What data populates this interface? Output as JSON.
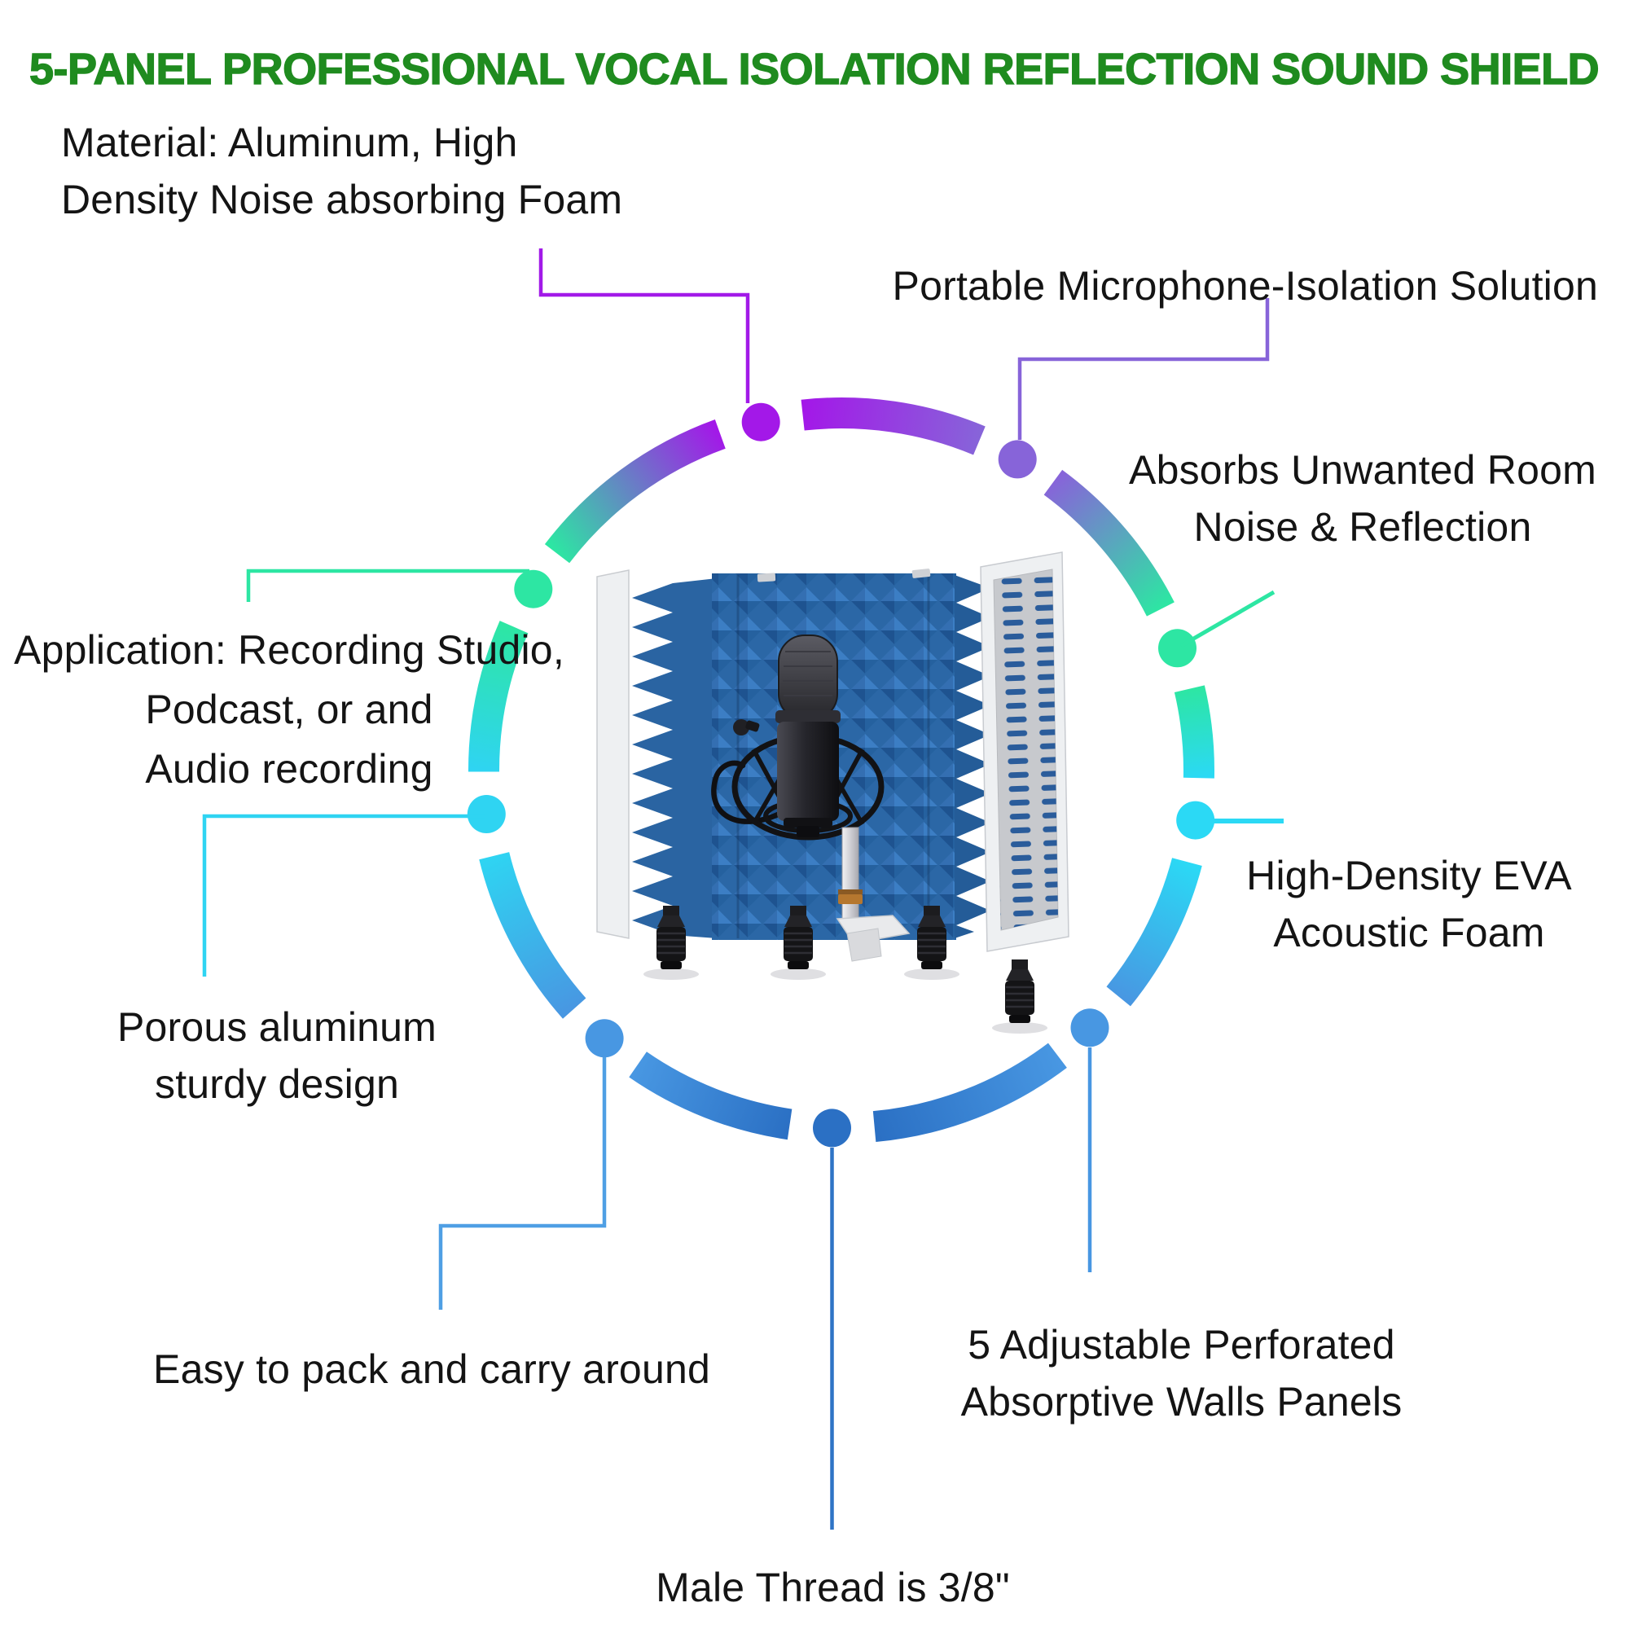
{
  "title": "5-PANEL PROFESSIONAL VOCAL ISOLATION REFLECTION SOUND SHIELD",
  "callouts": {
    "material": {
      "line1": "Material: Aluminum, High",
      "line2": "Density Noise absorbing Foam"
    },
    "portable": {
      "line1": "Portable Microphone-Isolation Solution"
    },
    "absorbs": {
      "line1": "Absorbs Unwanted Room",
      "line2": "Noise & Reflection"
    },
    "high_density": {
      "line1": "High-Density EVA",
      "line2": "Acoustic Foam"
    },
    "adjustable": {
      "line1": "5 Adjustable Perforated",
      "line2": "Absorptive Walls Panels"
    },
    "male_thread": {
      "line1": "Male Thread is 3/8\""
    },
    "easy_pack": {
      "line1": "Easy to pack and carry around"
    },
    "porous": {
      "line1": "Porous aluminum",
      "line2": "sturdy design"
    },
    "application": {
      "line1": "Application: Recording Studio,",
      "line2": "Podcast, or and",
      "line3": "Audio recording"
    }
  },
  "colors": {
    "title": "#1f8b1f",
    "label_text": "#141414",
    "ring": [
      "#a318e8",
      "#8764d9",
      "#2de6a3",
      "#2bd9f5",
      "#4897e2",
      "#2b70c4",
      "#4897e2",
      "#2fd4f2",
      "#2de6a3"
    ],
    "connectors": {
      "material": "#a21ae8",
      "portable": "#8764d9",
      "absorbs": "#2de6a3",
      "high_density": "#2bd9f5",
      "adjustable": "#4897e2",
      "male_thread": "#2e74c6",
      "easy_pack": "#4f9fe4",
      "porous": "#2fd4f2",
      "application": "#2de6a3"
    },
    "product": {
      "foam_blue": "#2b67a6",
      "foam_shadow": "#245c98",
      "wing_foam": "#2a64a2",
      "panel_white": "#eef0f2",
      "panel_silver": "#c7c9cd",
      "slot_blue": "#2a5c9b",
      "mic_black": "#17171a"
    }
  }
}
